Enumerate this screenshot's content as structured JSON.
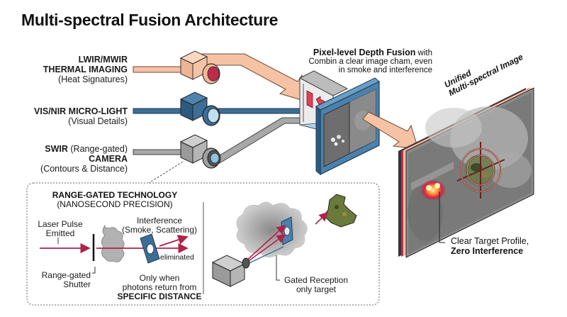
{
  "title": "Multi-spectral Fusion Architecture",
  "sensors": [
    {
      "line1_bold": "LWIR/MWIR",
      "line2_bold": "THERMAL IMAGING",
      "line3": "(Heat Signatures)",
      "color": "#f6c2a4"
    },
    {
      "line1_bold": "VIS/NIR MICRO-LIGHT",
      "line2": "(Visual Details)",
      "color": "#3d6e98"
    },
    {
      "line1_bold": "SWIR",
      "line1_rest": " (Range-gated)",
      "line2_bold": "CAMERA",
      "line3": "(Contours & Distance)",
      "color": "#a8a8a8"
    }
  ],
  "fusion": {
    "title_bold": "Pixel-level Depth Fusion",
    "title_rest": " with",
    "line2": "Combin a clear image cham, even",
    "line3": "in smoke and interference"
  },
  "output": {
    "label_line1": "Unified",
    "label_line2": "Multi-spectral Image",
    "caption_line1": "Clear Target Profile,",
    "caption_line2": "Zero Interference"
  },
  "range_gated": {
    "heading1": "RANGE-GATED TECHNOLOGY",
    "heading2": "(NANOSECOND PRECISION)",
    "laser_line1": "Laser Pulse",
    "laser_line2": "Emitted",
    "interference_line1": "Interference",
    "interference_line2": "(Smoke, Scattering)",
    "eliminated": "eliminated",
    "shutter_line1": "Range-gated",
    "shutter_line2": "Shutter",
    "only_line1": "Only when",
    "only_line2": "photons return from",
    "only_line3": "SPECIFIC DISTANCE",
    "reception_line1": "Gated Reception",
    "reception_line2": "only target"
  },
  "colors": {
    "thermal": "#f6c2a4",
    "visible": "#3d6e98",
    "swir": "#a8a8a8",
    "laser": "#b0224a",
    "hotspot": "#e0304a"
  }
}
